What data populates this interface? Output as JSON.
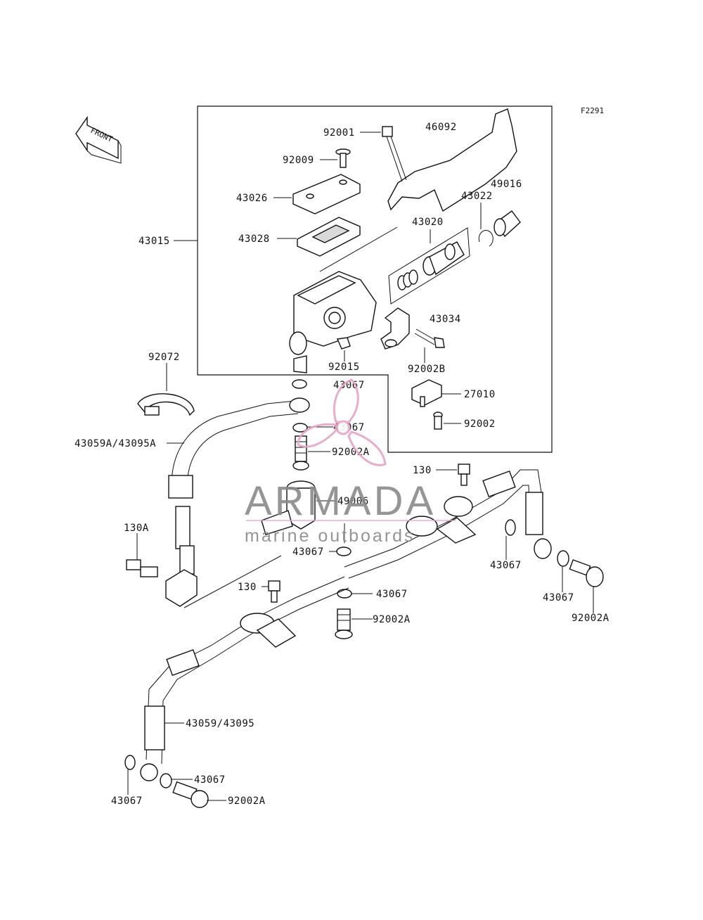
{
  "figure_code": "F2291",
  "front_arrow": {
    "text": "FRONT",
    "icon": "front-arrow-icon"
  },
  "watermark": {
    "brand": "ARMADA",
    "tagline": "marine outboards",
    "icon": "propeller-logo-icon",
    "accent_color": "#e8a4c6",
    "text_color": "#8a8a8a"
  },
  "part_numbers": {
    "p92001": "92001",
    "p46092": "46092",
    "p92009": "92009",
    "p49016": "49016",
    "p43022": "43022",
    "p43026": "43026",
    "p43020": "43020",
    "p43015": "43015",
    "p43028": "43028",
    "p43034": "43034",
    "p92015": "92015",
    "p92002B": "92002B",
    "p92072": "92072",
    "p43067_a": "43067",
    "p27010": "27010",
    "p43067_b": "43067",
    "p92002_a": "92002",
    "p43059A": "43059A/43095A",
    "p92002A_a": "92002A",
    "p130_a": "130",
    "p49006": "49006",
    "p130A": "130A",
    "p43067_c": "43067",
    "p43067_d": "43067",
    "p130_b": "130",
    "p43067_e": "43067",
    "p43067_f": "43067",
    "p92002A_b": "92002A",
    "p92002A_c": "92002A",
    "p43059": "43059/43095",
    "p43067_g": "43067",
    "p43067_h": "43067",
    "p92002A_d": "92002A"
  }
}
